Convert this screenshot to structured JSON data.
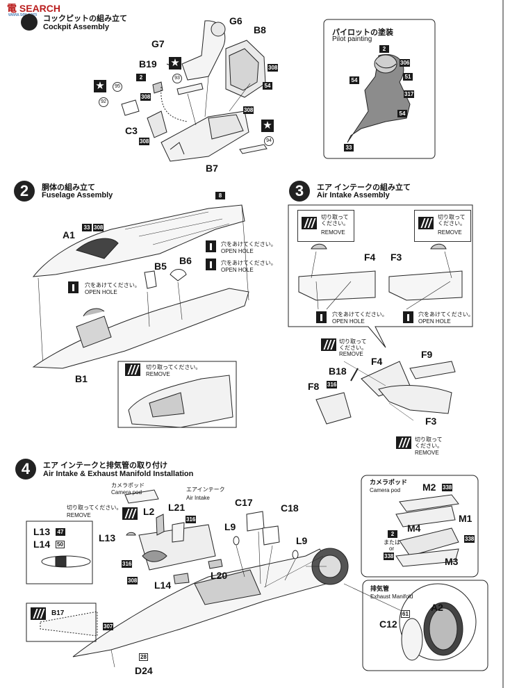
{
  "watermark": {
    "logo": "電 SEARCH",
    "sub": "www.ser.com"
  },
  "step1": {
    "jp": "コックピットの組み立て",
    "en": "Cockpit Assembly"
  },
  "pilot": {
    "jp": "パイロットの塗装",
    "en": "Pilot painting"
  },
  "step2": {
    "num": "2",
    "jp": "胴体の組み立て",
    "en": "Fuselage Assembly"
  },
  "step3": {
    "num": "3",
    "jp": "エア インテークの組み立て",
    "en": "Air Intake Assembly"
  },
  "step4": {
    "num": "4",
    "jp": "エア インテークと排気管の取り付け",
    "en": "Air Intake & Exhaust Manifold Installation"
  },
  "notes": {
    "hole_jp": "穴をあけてください。",
    "hole_en": "OPEN HOLE",
    "cut_jp": "切り取って ください。",
    "cut_jp1": "切り取ってください。",
    "cut_en": "REMOVE",
    "camera_jp": "カメラポッド",
    "camera_en": "Camera pod",
    "intake_jp": "エアインテーク",
    "intake_en": "Air Intake",
    "exhaust_jp": "排気管",
    "exhaust_en": "Exhaust Manifold",
    "or_jp": "または",
    "or_en": "or"
  },
  "parts": {
    "g6": "G6",
    "g7": "G7",
    "b8": "B8",
    "b19": "B19",
    "c3": "C3",
    "b7": "B7",
    "a1": "A1",
    "b5": "B5",
    "b6": "B6",
    "b1": "B1",
    "f4": "F4",
    "f3": "F3",
    "f9": "F9",
    "f8": "F8",
    "b18": "B18",
    "l13": "L13",
    "l14": "L14",
    "l2": "L2",
    "l21": "L21",
    "l20": "L20",
    "l9": "L9",
    "c17": "C17",
    "c18": "C18",
    "b17": "B17",
    "d24": "D24",
    "m1": "M1",
    "m2": "M2",
    "m3": "M3",
    "m4": "M4",
    "a2": "A2",
    "c12": "C12"
  },
  "paints": {
    "p2": "2",
    "p308": "308",
    "p54": "54",
    "p306": "306",
    "p51": "51",
    "p317": "317",
    "p33": "33",
    "p8": "8",
    "p316": "316",
    "p338": "338",
    "p47": "47",
    "p50": "50",
    "p307": "307",
    "p28": "28",
    "p61": "61"
  },
  "decals": {
    "d95": "95",
    "d92": "92",
    "d93": "93",
    "d94": "94"
  }
}
